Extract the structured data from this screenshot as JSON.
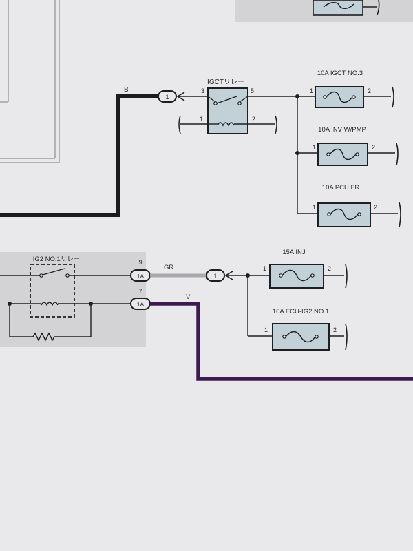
{
  "colors": {
    "paper": "#e9e8ea",
    "panel": "#d3d2d4",
    "component_fill": "#c2d0d8",
    "line": "#1f1f22",
    "wire_B": "#1c1c1e",
    "wire_GR": "#a9a9ad",
    "wire_V": "#3d1a52"
  },
  "igct_relay": {
    "title": "IGCTリレー",
    "pin_3": "3",
    "pin_5": "5",
    "pin_1": "1",
    "pin_2": "2"
  },
  "ig2_relay": {
    "title": "IG2 NO.1リレー"
  },
  "fuses": [
    {
      "label": "10A IGCT NO.3",
      "pin_in": "1",
      "pin_out": "2"
    },
    {
      "label": "10A INV W/PMP",
      "pin_in": "1",
      "pin_out": "2"
    },
    {
      "label": "10A PCU FR",
      "pin_in": "1",
      "pin_out": "2"
    },
    {
      "label": "15A INJ",
      "pin_in": "1",
      "pin_out": "2"
    },
    {
      "label": "10A ECU-IG2 NO.1",
      "pin_in": "1",
      "pin_out": "2"
    }
  ],
  "connectors": {
    "top_connector": "1",
    "middle_connector": "1",
    "ig2_connector_1": "1A",
    "ig2_connector_1_pin": "9",
    "ig2_connector_2": "1A",
    "ig2_connector_2_pin": "7"
  },
  "wires": {
    "b_wire": "B",
    "gr_wire": "GR",
    "v_wire": "V"
  }
}
